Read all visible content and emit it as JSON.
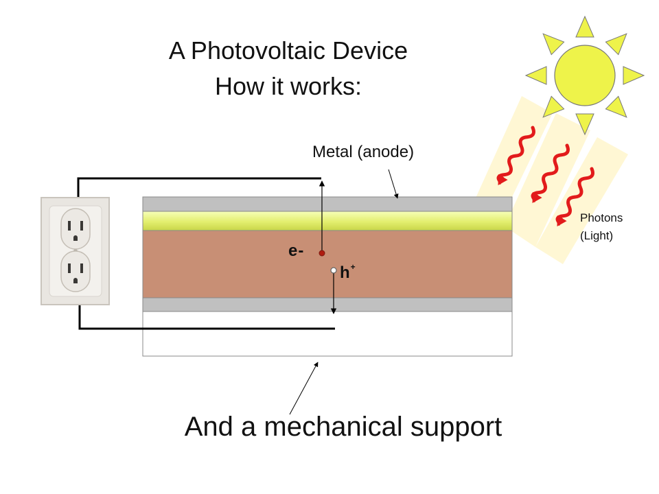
{
  "title": {
    "line1": "A Photovoltaic Device",
    "line2": "How it works:"
  },
  "labels": {
    "anode": "Metal (anode)",
    "photons_line1": "Photons",
    "photons_line2": "(Light)",
    "support": "And a mechanical support",
    "electron": "e-",
    "hole": "h",
    "hole_charge": "+"
  },
  "colors": {
    "metal": "#c0c0c0",
    "active_layer": "#e8f080",
    "absorber": "#c88f75",
    "sun": "#eef34a",
    "photon": "#e21b1b",
    "light_beam": "#fff6cf",
    "electron": "#b01c10",
    "wire": "#000000"
  },
  "icons": {
    "sun": "sun-icon",
    "outlet": "wall-outlet-icon"
  }
}
